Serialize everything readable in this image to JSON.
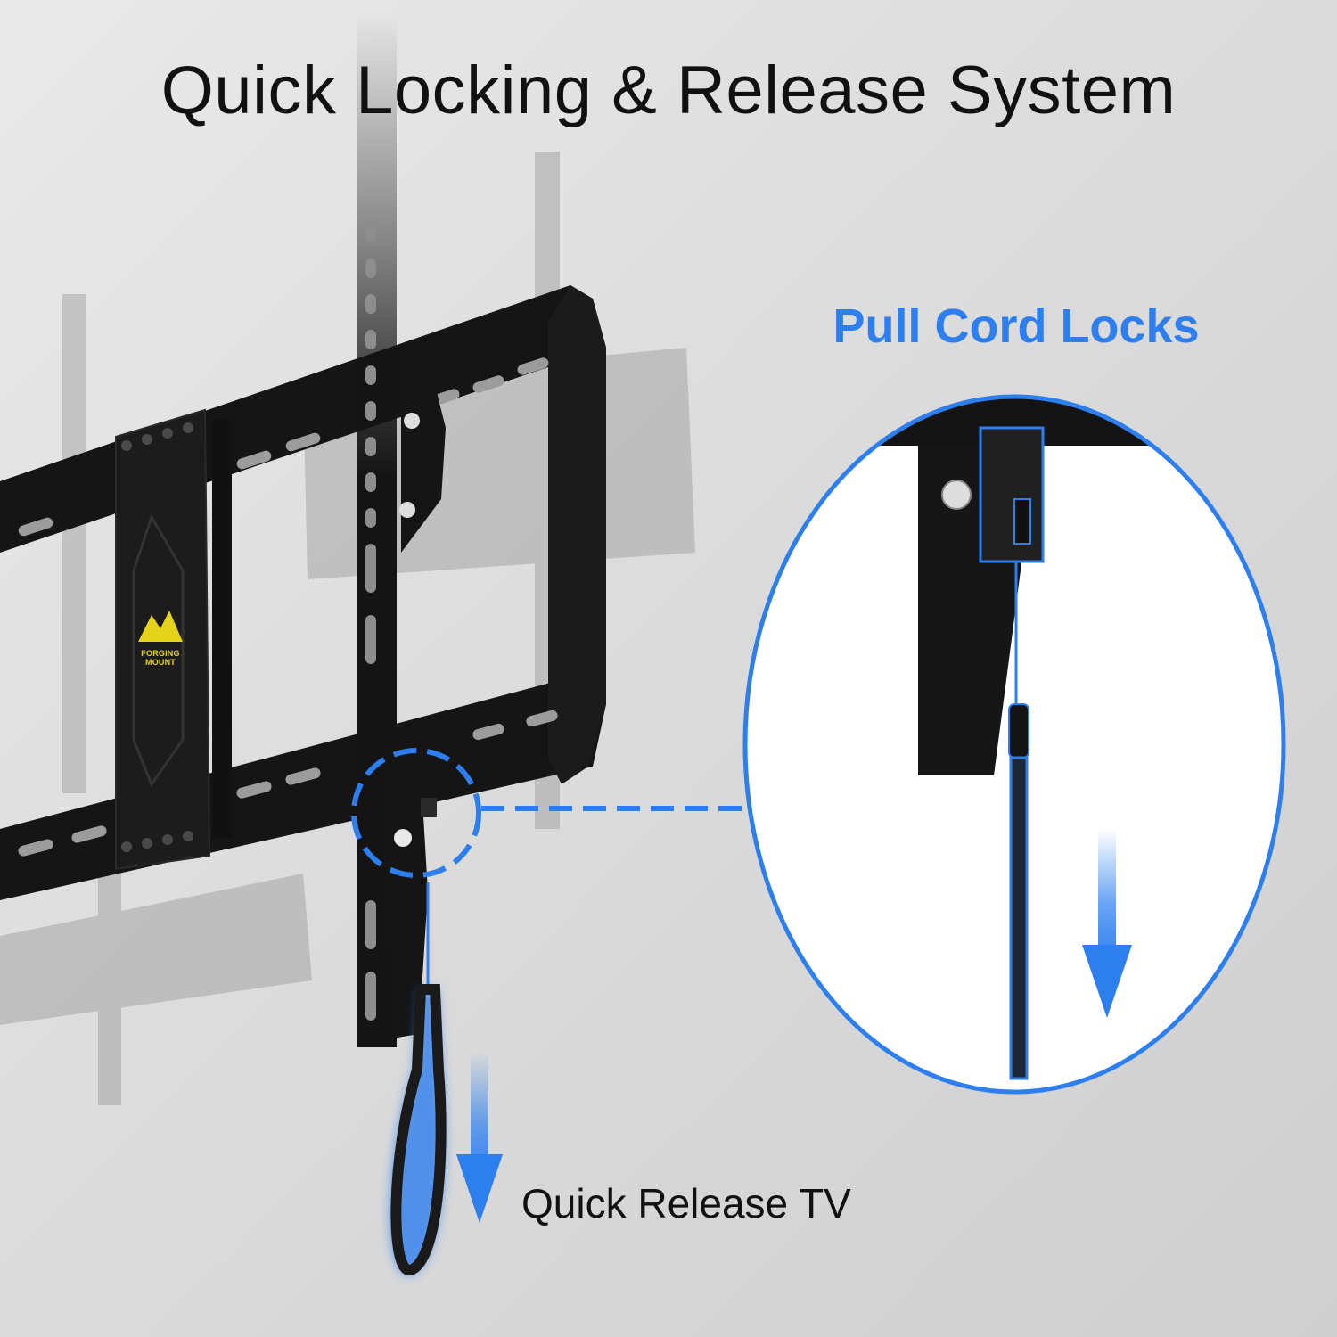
{
  "headline": "Quick Locking & Release System",
  "callout": {
    "title": "Pull Cord Locks"
  },
  "release_label": "Quick Release TV",
  "brand": {
    "name": "FORGING MOUNT"
  },
  "colors": {
    "accent_blue": "#2d7ff0",
    "bracket_black": "#141414",
    "logo_yellow": "#e6d21a",
    "wall_grey": "#dcdcdc"
  }
}
